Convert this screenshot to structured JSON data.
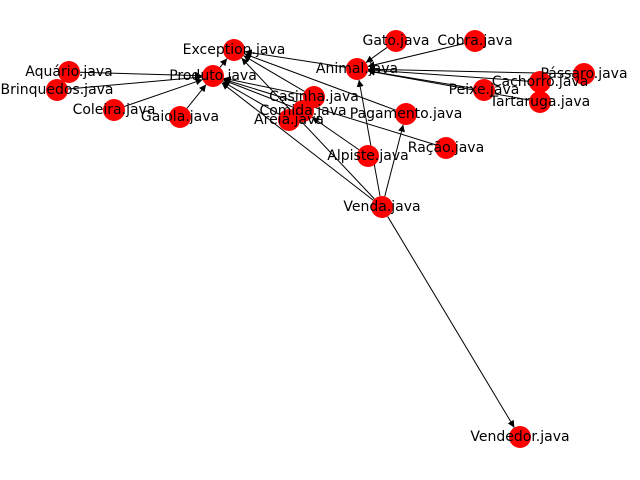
{
  "graph": {
    "colors": {
      "node": "#ff0000",
      "edge": "#000000",
      "label": "#000000",
      "background": "#ffffff"
    },
    "nodes": [
      {
        "id": "exception",
        "label": "Exception.java"
      },
      {
        "id": "produto",
        "label": "Produto.java"
      },
      {
        "id": "animal",
        "label": "Animal.java"
      },
      {
        "id": "gato",
        "label": "Gato.java"
      },
      {
        "id": "cobra",
        "label": "Cobra.java"
      },
      {
        "id": "passaro",
        "label": "Pássaro.java"
      },
      {
        "id": "cachorro",
        "label": "Cachorro.java"
      },
      {
        "id": "peixe",
        "label": "Peixe.java"
      },
      {
        "id": "tartaruga",
        "label": "Tartaruga.java"
      },
      {
        "id": "aquario",
        "label": "Aquário.java"
      },
      {
        "id": "brinquedos",
        "label": "Brinquedos.java"
      },
      {
        "id": "coleira",
        "label": "Coleira.java"
      },
      {
        "id": "gaiola",
        "label": "Gaiola.java"
      },
      {
        "id": "casinha",
        "label": "Casinha.java"
      },
      {
        "id": "comida",
        "label": "Comida.java"
      },
      {
        "id": "areia",
        "label": "Areia.java"
      },
      {
        "id": "pagamento",
        "label": "Pagamento.java"
      },
      {
        "id": "racao",
        "label": "Ração.java"
      },
      {
        "id": "alpiste",
        "label": "Alpiste.java"
      },
      {
        "id": "venda",
        "label": "Venda.java"
      },
      {
        "id": "vendedor",
        "label": "Vendedor.java"
      }
    ],
    "edges": [
      {
        "from": "produto",
        "to": "exception"
      },
      {
        "from": "animal",
        "to": "exception"
      },
      {
        "from": "casinha",
        "to": "exception"
      },
      {
        "from": "pagamento",
        "to": "exception"
      },
      {
        "from": "venda",
        "to": "exception"
      },
      {
        "from": "aquario",
        "to": "produto"
      },
      {
        "from": "brinquedos",
        "to": "produto"
      },
      {
        "from": "coleira",
        "to": "produto"
      },
      {
        "from": "gaiola",
        "to": "produto"
      },
      {
        "from": "casinha",
        "to": "produto"
      },
      {
        "from": "comida",
        "to": "produto"
      },
      {
        "from": "areia",
        "to": "produto"
      },
      {
        "from": "racao",
        "to": "produto"
      },
      {
        "from": "venda",
        "to": "produto"
      },
      {
        "from": "gato",
        "to": "animal"
      },
      {
        "from": "cobra",
        "to": "animal"
      },
      {
        "from": "passaro",
        "to": "animal"
      },
      {
        "from": "cachorro",
        "to": "animal"
      },
      {
        "from": "peixe",
        "to": "animal"
      },
      {
        "from": "tartaruga",
        "to": "animal"
      },
      {
        "from": "venda",
        "to": "animal"
      },
      {
        "from": "alpiste",
        "to": "comida"
      },
      {
        "from": "venda",
        "to": "pagamento"
      },
      {
        "from": "venda",
        "to": "vendedor"
      }
    ]
  }
}
